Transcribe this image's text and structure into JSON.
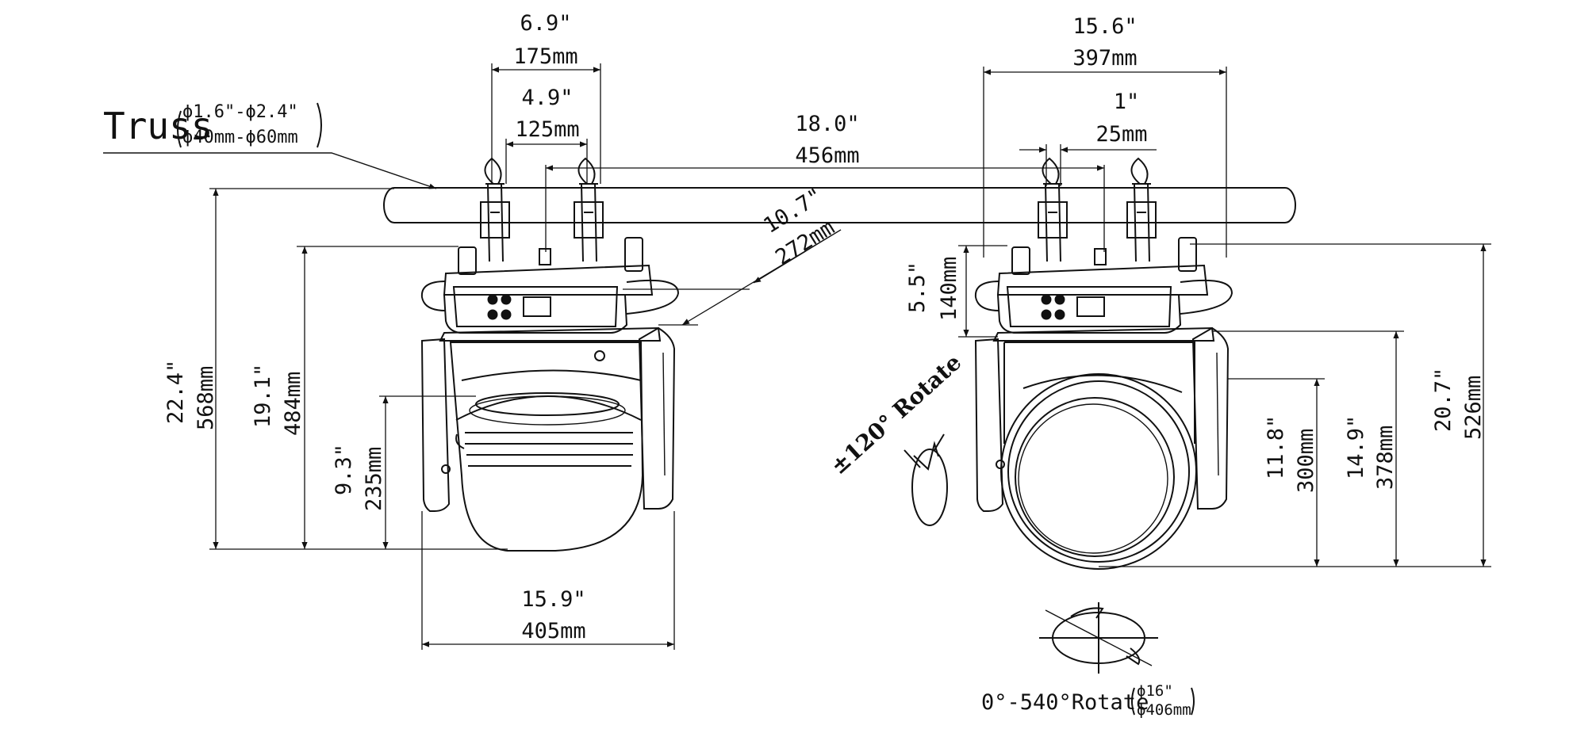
{
  "labels": {
    "truss": "Truss",
    "truss_dia_in": "ϕ1.6\"-ϕ2.4\"",
    "truss_dia_mm": "ϕ40mm-ϕ60mm",
    "clamp_outer_in": "6.9\"",
    "clamp_outer_mm": "175mm",
    "clamp_inner_in": "4.9\"",
    "clamp_inner_mm": "125mm",
    "spacing_in": "18.0\"",
    "spacing_mm": "456mm",
    "right_width_in": "15.6\"",
    "right_width_mm": "397mm",
    "hook_in": "1\"",
    "hook_mm": "25mm",
    "diag_in": "10.7\"",
    "diag_mm": "272mm",
    "base_h_in": "5.5\"",
    "base_h_mm": "140mm",
    "total_h_in": "22.4\"",
    "total_h_mm": "568mm",
    "h19_in": "19.1\"",
    "h19_mm": "484mm",
    "h9_in": "9.3\"",
    "h9_mm": "235mm",
    "bottom_w_in": "15.9\"",
    "bottom_w_mm": "405mm",
    "lens_h_in": "11.8\"",
    "lens_h_mm": "300mm",
    "arm_h_in": "14.9\"",
    "arm_h_mm": "378mm",
    "right_h_in": "20.7\"",
    "right_h_mm": "526mm",
    "tilt": "±120° Rotate",
    "pan": "0°-540°Rotate",
    "pan_dia_in": "ϕ16\"",
    "pan_dia_mm": "ϕ406mm"
  }
}
